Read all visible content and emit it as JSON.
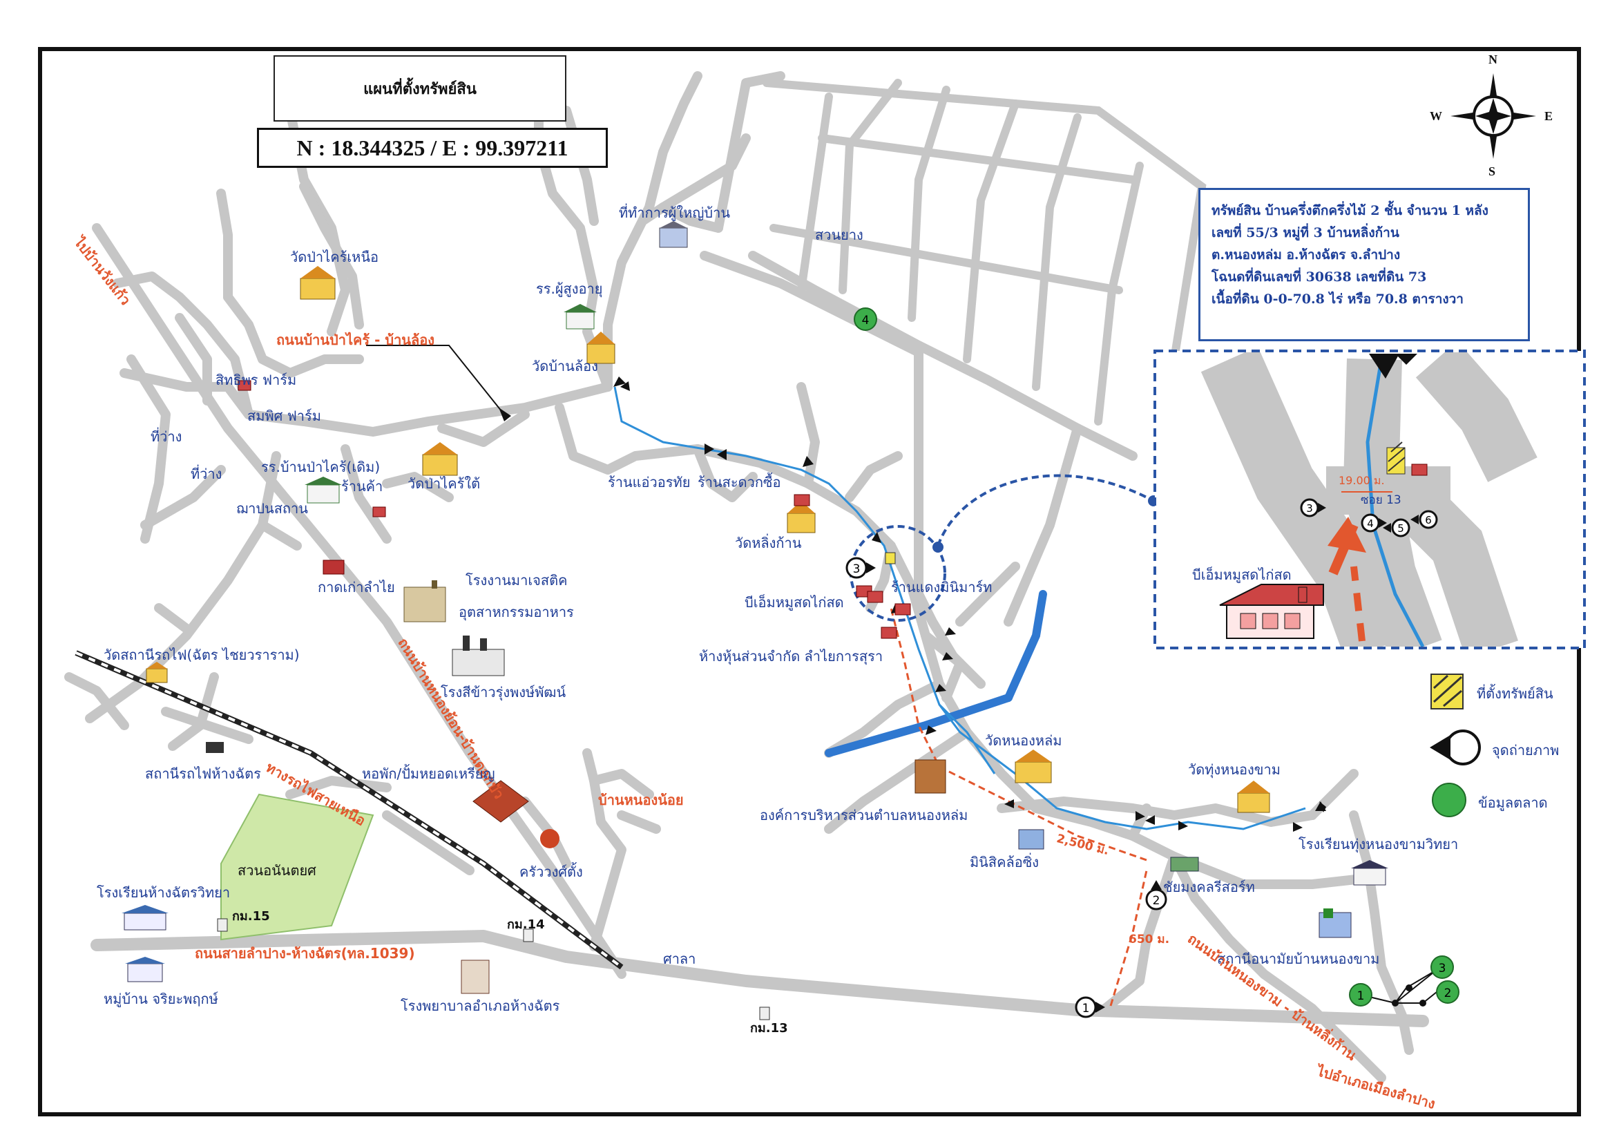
{
  "map": {
    "title": "แผนที่ตั้งทรัพย์สิน",
    "coordinates": "N : 18.344325 / E : 99.397211",
    "compass": {
      "n": "N",
      "s": "S",
      "e": "E",
      "w": "W"
    },
    "property_info": [
      "ทรัพย์สิน บ้านครึ่งตึกครึ่งไม้ 2 ชั้น  จำนวน 1 หลัง",
      "เลขที่ 55/3 หมู่ที่ 3 บ้านหลิ่งก้าน",
      "ต.หนองหล่ม อ.ห้างฉัตร จ.ลำปาง",
      "โฉนดที่ดินเลขที่ 30638 เลขที่ดิน 73",
      "เนื้อที่ดิน 0-0-70.8 ไร่ หรือ 70.8 ตารางวา"
    ],
    "legend": {
      "property": "ที่ตั้งทรัพย์สิน",
      "photo_point": "จุดถ่ายภาพ",
      "market_data": "ข้อมูลตลาด"
    },
    "inset": {
      "distance": "19.00 ม.",
      "soi": "ซอย 13",
      "shop": "บีเอ็มหมูสดไก่สด",
      "points": [
        "3",
        "4",
        "5",
        "6"
      ]
    },
    "places": {
      "wat_pa_khrai_nuea": "วัดป่าไคร้เหนือ",
      "road_pakhrai_banlong": "ถนนบ้านป่าไคร้ - บ้านล้อง",
      "to_ban_wang_kaeo": "ไปบ้านวังแก้ว",
      "sitthiporn_farm": "สิทธิพร ฟาร์ม",
      "sompit_farm": "สมพิศ ฟาร์ม",
      "vacant_1": "ที่ว่าง",
      "vacant_2": "ที่ว่าง",
      "school_pakhrai_old": "รร.บ้านป่าไคร้(เดิม)",
      "wat_pa_khrai_tai": "วัดป่าไคร้ใต้",
      "crematorium": "ฌาปนสถาน",
      "shop_kha": "ร้านค้า",
      "longan_market": "กาดเก่าลำไย",
      "plastic_factory": "โรงงานมาเจสติค",
      "food_industry": "อุตสาหกรรมอาหาร",
      "wat_station": "วัดสถานีรถไฟ(ฉัตร ไชยวราราม)",
      "rice_mill": "โรงสีข้าวรุ่งพงษ์พัฒน์",
      "road_nongyon": "ถนนบ้านหนองย้อน-บ้านดอกบัว",
      "train_station": "สถานีรถไฟห้างฉัตร",
      "railway_north": "ทางรถไฟสายเหนือ",
      "dorm_gas": "หอพัก/ปั้มหยอดเหรียญ",
      "ban_nong_noi": "บ้านหนองน้อย",
      "krua_wong": "ครัววงศ์ตั้ง",
      "park": "สวนอนันตยศ",
      "school_hangchat": "โรงเรียนห้างฉัตรวิทยา",
      "km15": "กม.15",
      "km14": "กม.14",
      "km13": "กม.13",
      "road_lampang_hangchat": "ถนนสายลำปาง-ห้างฉัตร(ทล.1039)",
      "village_jariya": "หมู่บ้าน จริยะพฤกษ์",
      "hospital": "โรงพยาบาลอำเภอห้างฉัตร",
      "sala": "ศาลา",
      "village_head_office": "ที่ทำการผู้ใหญ่บ้าน",
      "elderly_school": "รร.ผู้สูงอายุ",
      "wat_ban_long": "วัดบ้านล้อง",
      "rubber_garden": "สวนยาง",
      "shop_aeworathai": "ร้านแอ่วอรทัย",
      "shop_convenient": "ร้านสะดวกซื้อ",
      "wat_ling_kan": "วัดหลิ่งก้าน",
      "bm_shop": "บีเอ็มหมูสดไก่สด",
      "minimart": "ร้านแดงมินิมาร์ท",
      "longan_company": "ห้างหุ้นส่วนจำกัด ลำไยการสุรา",
      "wat_nong_lom": "วัดหนองหล่ม",
      "tao_nong_lom": "องค์การบริหารส่วนตำบลหนองหล่ม",
      "mini_cafe": "มินิสิคล้อซิ่ง",
      "dist_2500": "2,500 ม.",
      "dist_650": "650 ม.",
      "wat_thung_nong_kham": "วัดทุ่งหนองขาม",
      "school_thung_nong_kham": "โรงเรียนทุ่งหนองขามวิทยา",
      "chaimongkol_store": "ชัยมงคลรีสอร์ท",
      "health_station": "สถานีอนามัยบ้านหนองขาม",
      "road_nongkham_lingkan": "ถนนบ้านหนองขาม - บ้านหลิ่งก้าน",
      "to_mueang_lampang": "ไปอำเภอเมืองลำปาง"
    },
    "photo_points": [
      "1",
      "2",
      "3",
      "4"
    ],
    "market_points": [
      "1",
      "2",
      "3"
    ],
    "colors": {
      "road": "#c6c6c6",
      "stream": "#2f8fd8",
      "canal": "#2f78d0",
      "route": "#e2572e",
      "label": "#1f3d96",
      "market": "#3cae4a",
      "property": "#f2e24a",
      "park": "#cfe8a8"
    }
  }
}
